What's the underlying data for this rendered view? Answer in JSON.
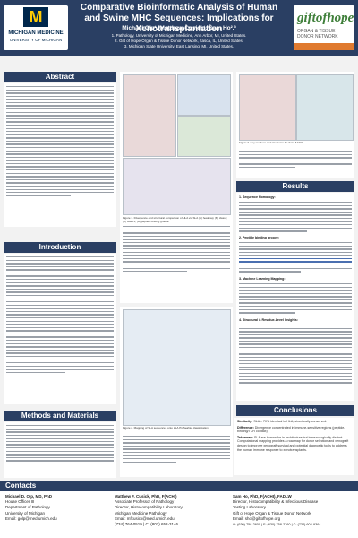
{
  "header": {
    "title": "Comparative Bioinformatic Analysis of Human and Swine MHC Sequences: Implications for Xenotransplantation",
    "authors": "Michael Olp¹, Matthew Cusick¹, Sam Ho²,³",
    "affiliations": [
      "1. Pathology, University of Michigan Medicine, Ann Arbor, MI, United States.",
      "2. Gift of Hope Organ & Tissue Donor Network, Itasca, IL, United States.",
      "3. Michigan State University, East Lansing, MI, United States."
    ],
    "left_logo_mark": "M",
    "left_logo_text": "MICHIGAN MEDICINE",
    "left_logo_sub": "UNIVERSITY OF MICHIGAN",
    "right_logo_text": "giftofhope",
    "right_logo_sub": "ORGAN & TISSUE DONOR NETWORK"
  },
  "sections": {
    "abstract": "Abstract",
    "introduction": "Introduction",
    "methods": "Methods and Materials",
    "results": "Results",
    "conclusions": "Conclusions",
    "contacts": "Contacts"
  },
  "figure_captions": {
    "fig1": "Figure 1. Divergence and structural comparison of HLA vs. SLA (A) heatmap; (B) class I; (C) class II; (D) peptide binding groove.",
    "fig2": "Figure 2. Mapping of SLA sequences onto HLA ProSeaNet classification.",
    "fig3": "Figure 3. Key residues and structures for class II MHC."
  },
  "results_points": [
    "1. Sequence Homology:",
    "2. Peptide binding groove:",
    "3. Machine Learning Mapping:",
    "4. Structural & Residue-Level Insights:"
  ],
  "conclusions": {
    "similarity_label": "Similarity:",
    "similarity": "SLA ≈ 70% identical to HLA, structurally conserved.",
    "difference_label": "Difference:",
    "difference": "Divergence concentrated in immune-sensitive regions (peptide-binding/TCR contact).",
    "takeaway_label": "Takeaway:",
    "takeaway": "SLA are humanlike in architecture but immunologically distinct. Computational mapping provides a roadmap for donor selection and xenograft design to improve xenograft survival and potential diagnostic tools to address the human immune response to xenotransplants."
  },
  "contacts": [
    {
      "name": "Michael D. Olp, MD, PhD",
      "lines": [
        "House Officer III",
        "Department of Pathology",
        "University of Michigan",
        "Email: golp@med.umich.edu"
      ]
    },
    {
      "name": "Matthew F. Cusick, PhD, F(ACHI)",
      "lines": [
        "Associate Professor of Pathology",
        "Director, Histocompatibility Laboratory",
        "Michigan Medicine Pathology",
        "Email: mfcusick@med.umich.edu",
        "(734) 764-0519 | C: (801) 652-3146"
      ]
    },
    {
      "name": "Sam Ho, PhD, F(ACHI), FADLW",
      "lines": [
        "Director, Histocompatibility & Infectious Disease",
        "Testing Laboratory",
        "Gift of Hope Organ & Tissue Donor Network",
        "Email: sho@giftofhope.org",
        "O: (630) 758-2600 | F: (630) 758-2760 | C: (734) 604-9364"
      ]
    }
  ]
}
